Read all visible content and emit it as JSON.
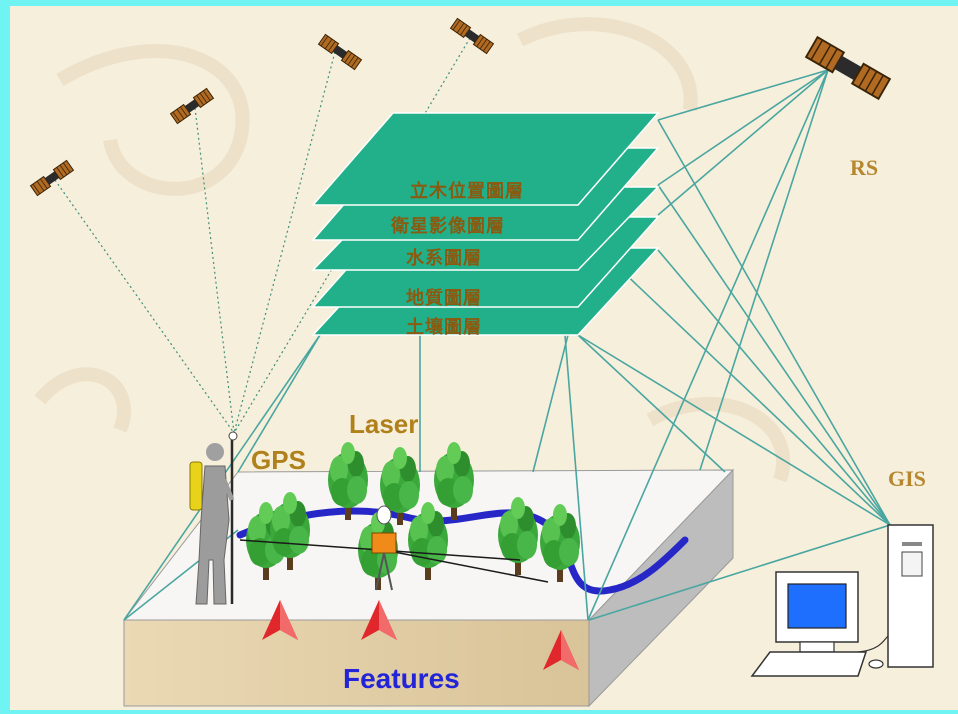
{
  "labels": {
    "rs": "RS",
    "gis": "GIS",
    "gps": "GPS",
    "laser": "Laser",
    "features": "Features"
  },
  "layers": [
    {
      "label": "立木位置圖層"
    },
    {
      "label": "衛星影像圖層"
    },
    {
      "label": "水系圖層"
    },
    {
      "label": "地質圖層"
    },
    {
      "label": "土壤圖層"
    }
  ],
  "colors": {
    "frame": "#6ff3f3",
    "background": "#f6efdc",
    "layer_fill": "#22b08a",
    "connector_line": "#4aa6a0",
    "label_brown": "#b5872f",
    "features_blue": "#2323d8",
    "river": "#2727c8",
    "tree": "#3aa83a",
    "marker_red": "#e0282c",
    "satellite": "#b06a22",
    "monitor_screen": "#1f6fff"
  },
  "icons": {
    "satellites": "satellite-icon",
    "surveyor": "surveyor-icon",
    "computer": "computer-icon",
    "trees": "tree-icon",
    "markers": "feature-marker-icon",
    "laser_device": "laser-device-icon"
  }
}
